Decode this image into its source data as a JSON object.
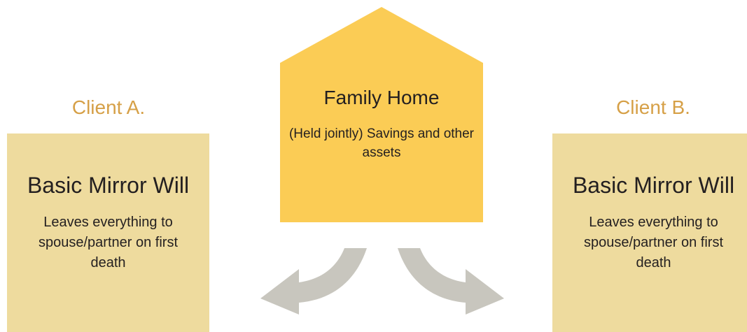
{
  "colors": {
    "client_label": "#D6A047",
    "will_box": "#EEDB9E",
    "house": "#FBCC55",
    "arrow": "#C8C6BE",
    "text": "#231F20"
  },
  "client_a": {
    "label": "Client A.",
    "will_title": "Basic Mirror Will",
    "will_description": "Leaves everything to spouse/partner on first death"
  },
  "client_b": {
    "label": "Client B.",
    "will_title": "Basic Mirror Will",
    "will_description": "Leaves everything to spouse/partner on first death"
  },
  "house": {
    "title": "Family Home",
    "description": "(Held jointly) Savings and other assets",
    "icon": "house-shape"
  },
  "arrows": {
    "left_icon": "curved-arrow-left-icon",
    "right_icon": "curved-arrow-right-icon"
  }
}
